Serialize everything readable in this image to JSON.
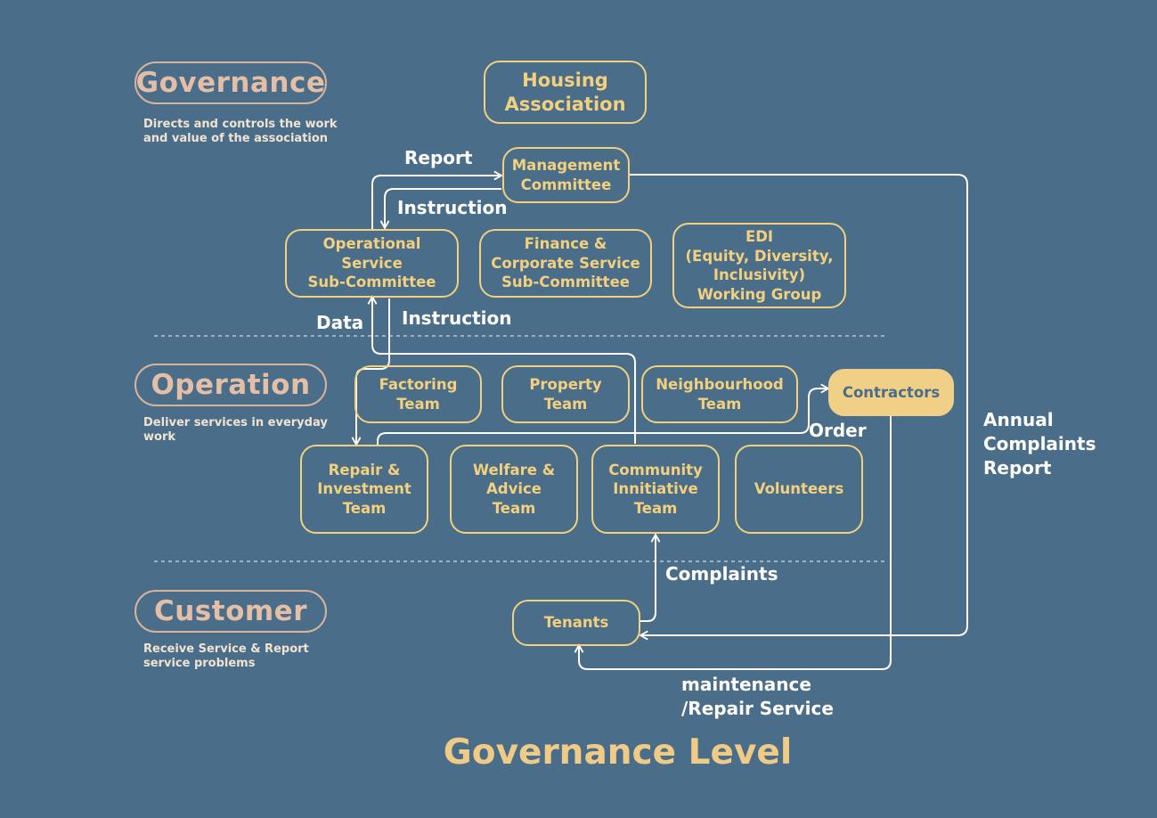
{
  "levels": {
    "governance": {
      "name": "Governance",
      "desc": "Directs and controls the work\nand value of the association"
    },
    "operation": {
      "name": "Operation",
      "desc": "Deliver services in everyday\nwork"
    },
    "customer": {
      "name": "Customer",
      "desc": "Receive Service & Report\nservice problems"
    }
  },
  "nodes": {
    "housing": "Housing\nAssociation",
    "management": "Management\nCommittee",
    "operational": "Operational\nService\nSub-Committee",
    "finance": "Finance &\nCorporate Service\nSub-Committee",
    "edi": "EDI\n(Equity, Diversity,\nInclusivity)\nWorking Group",
    "factoring": "Factoring\nTeam",
    "property": "Property\nTeam",
    "neighbourhood": "Neighbourhood\nTeam",
    "contractors": "Contractors",
    "repair": "Repair &\nInvestment\nTeam",
    "welfare": "Welfare &\nAdvice\nTeam",
    "community": "Community\nInnitiative\nTeam",
    "volunteers": "Volunteers",
    "tenants": "Tenants"
  },
  "labels": {
    "report": "Report",
    "instruction_1": "Instruction",
    "data": "Data",
    "instruction_2": "Instruction",
    "order": "Order",
    "annual": "Annual\nComplaints\nReport",
    "complaints": "Complaints",
    "maintenance": "maintenance\n/Repair Service"
  },
  "title": "Governance Level",
  "colors": {
    "background": "#4a6d8a",
    "box_border": "#f2d07d",
    "level_pill": "#d9b39a",
    "connector": "#ffffff",
    "title": "#f0cb86"
  }
}
